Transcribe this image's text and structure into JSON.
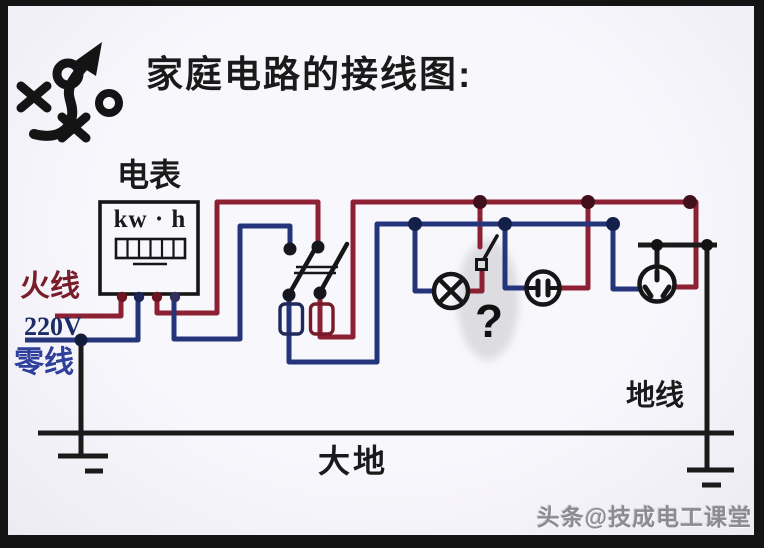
{
  "title": "家庭电路的接线图:",
  "icon": {
    "name": "strategy-playbook-icon"
  },
  "meter": {
    "label": "电表",
    "display": "kw · h",
    "register_cells": 6
  },
  "supply": {
    "live": "火线",
    "voltage": "220V",
    "neutral": "零线"
  },
  "ground": {
    "wire_label": "地线",
    "earth_label": "大地"
  },
  "annotation": {
    "question_mark": "?"
  },
  "watermark": "头条@技成电工课堂",
  "components": [
    "electric-meter",
    "double-pole-knife-switch",
    "fuse-neutral",
    "fuse-live",
    "lamp",
    "lamp-switch",
    "two-hole-socket",
    "three-hole-socket",
    "earth-line",
    "ground-symbol-left",
    "ground-symbol-right"
  ],
  "colors": {
    "live": "#8c2133",
    "neutral": "#24357c",
    "line": "#1a1a1a",
    "live-label": "#7a1d2b",
    "neutral-label": "#2e3f9c",
    "voltage-label": "#1d2c66",
    "canvas": "#f5f4f9",
    "frame": "#141414",
    "highlight": "#d8d8dd",
    "watermark": "#8b8b93"
  }
}
